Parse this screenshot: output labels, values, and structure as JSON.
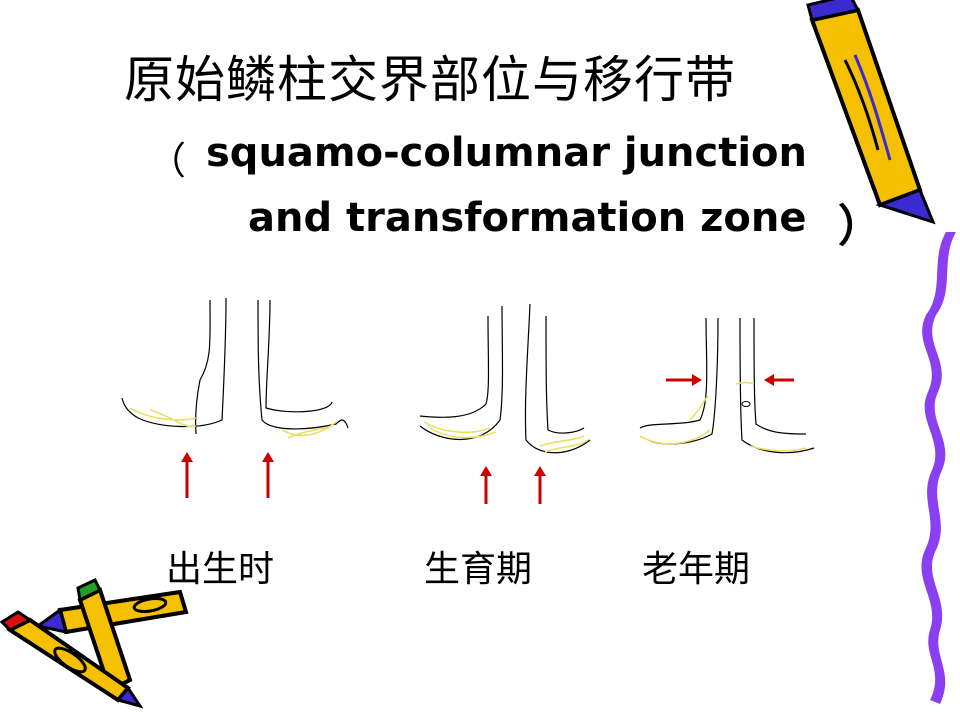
{
  "slide": {
    "title": "原始鳞柱交界部位与移行带",
    "paren_open": "（",
    "subtitle_line1": "squamo-columnar junction",
    "subtitle_line2": "and transformation zone",
    "paren_close": "）"
  },
  "stages": [
    {
      "label": "出生时"
    },
    {
      "label": "生育期"
    },
    {
      "label": "老年期"
    }
  ],
  "colors": {
    "arrow_red": "#cc0000",
    "junction_yellow": "#e8e060",
    "pencil_yellow": "#f5c000",
    "pencil_purple": "#3a2bd0",
    "border_purple": "#8a3ff0"
  },
  "decorations": [
    "pencil-top-right",
    "pencils-bottom-left",
    "squiggle-border-right"
  ]
}
